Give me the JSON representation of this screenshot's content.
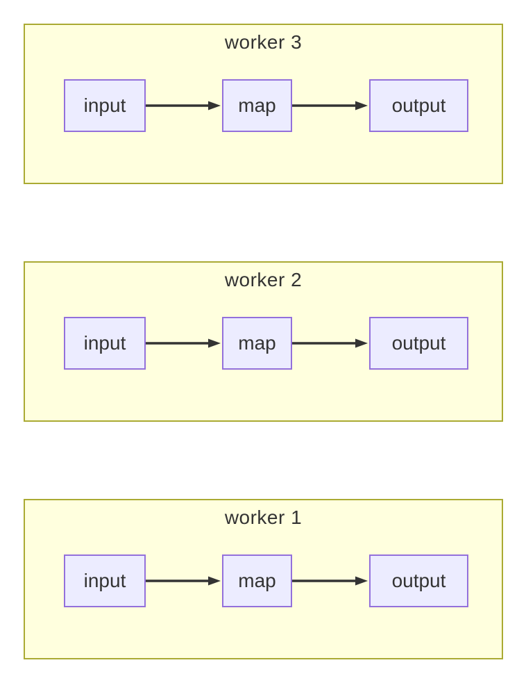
{
  "diagram": {
    "type": "flowchart",
    "direction": "left-to-right",
    "workers": [
      {
        "title": "worker 3",
        "nodes": [
          {
            "label": "input"
          },
          {
            "label": "map"
          },
          {
            "label": "output"
          }
        ],
        "edges": [
          {
            "from": "input",
            "to": "map"
          },
          {
            "from": "map",
            "to": "output"
          }
        ]
      },
      {
        "title": "worker 2",
        "nodes": [
          {
            "label": "input"
          },
          {
            "label": "map"
          },
          {
            "label": "output"
          }
        ],
        "edges": [
          {
            "from": "input",
            "to": "map"
          },
          {
            "from": "map",
            "to": "output"
          }
        ]
      },
      {
        "title": "worker 1",
        "nodes": [
          {
            "label": "input"
          },
          {
            "label": "map"
          },
          {
            "label": "output"
          }
        ],
        "edges": [
          {
            "from": "input",
            "to": "map"
          },
          {
            "from": "map",
            "to": "output"
          }
        ]
      }
    ],
    "colors": {
      "subgraph_fill": "#ffffde",
      "subgraph_border": "#aaaa33",
      "node_fill": "#ececff",
      "node_border": "#9370db",
      "edge": "#333333",
      "text": "#333333",
      "page_background": "#ffffff"
    }
  }
}
